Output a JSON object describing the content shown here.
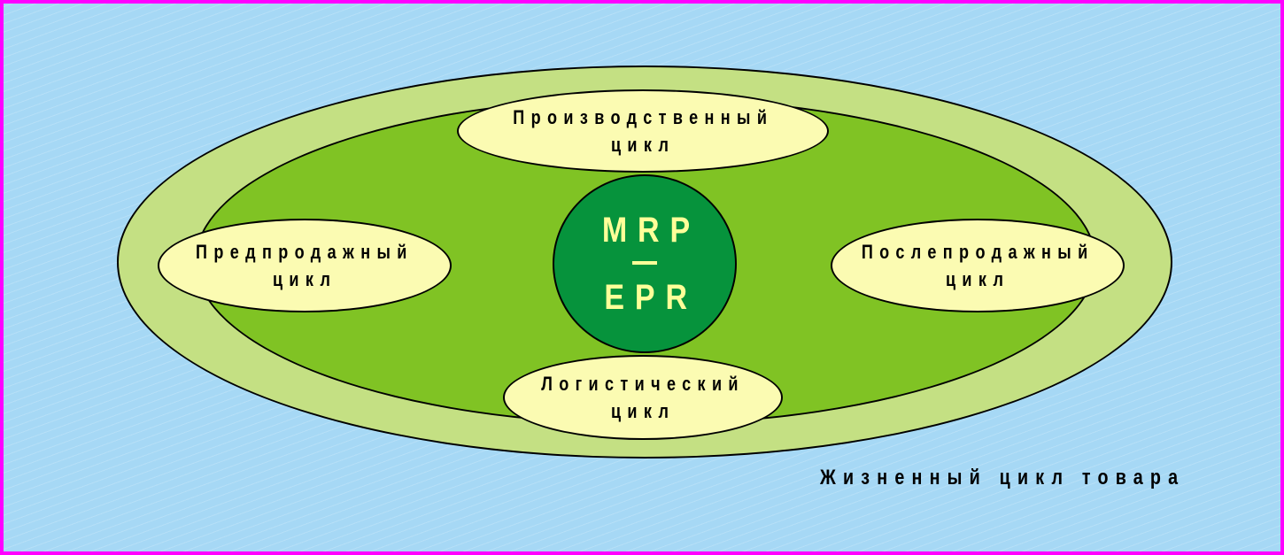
{
  "diagram": {
    "center": {
      "line1": "MRP",
      "line2": "EPR"
    },
    "bubbles": {
      "production": {
        "line1": "Производственный",
        "line2": "цикл"
      },
      "presale": {
        "line1": "Предпродажный",
        "line2": "цикл"
      },
      "postsale": {
        "line1": "Послепродажный",
        "line2": "цикл"
      },
      "logistics": {
        "line1": "Логистический",
        "line2": "цикл"
      }
    },
    "caption": "Жизненный цикл товара"
  },
  "colors": {
    "frame_border": "#ff00ff",
    "background": "#a6d8f5",
    "outer_ring": "#c4e083",
    "inner_ellipse": "#80c324",
    "bubble_fill": "#fbfbb2",
    "center_fill": "#06933c",
    "center_text": "#ffff99"
  }
}
